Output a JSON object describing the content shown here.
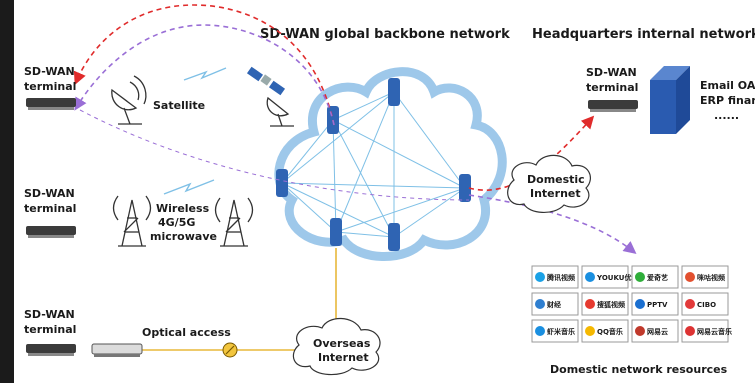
{
  "headers": {
    "backbone": "SD-WAN global backbone network",
    "hq": "Headquarters internal network",
    "domestic_resources": "Domestic network resources"
  },
  "terminals": {
    "label_line1": "SD-WAN",
    "label_line2": "terminal"
  },
  "access": {
    "satellite": "Satellite",
    "wireless_line1": "Wireless",
    "wireless_line2": "4G/5G",
    "wireless_line3": "microwave",
    "optical": "Optical access"
  },
  "clouds": {
    "domestic_line1": "Domestic",
    "domestic_line2": "Internet",
    "overseas_line1": "Overseas",
    "overseas_line2": "Internet"
  },
  "hq_services": {
    "line1": "Email OA",
    "line2": "ERP finance",
    "line3": "......"
  },
  "resource_logos": [
    {
      "label": "腾讯视频",
      "color": "#1aa1e6"
    },
    {
      "label": "YOUKU优酷",
      "color": "#1a8fe0"
    },
    {
      "label": "爱奇艺",
      "color": "#2fae3a"
    },
    {
      "label": "咪咕视频",
      "color": "#e2502f"
    },
    {
      "label": "财经",
      "color": "#2f7fd0"
    },
    {
      "label": "搜狐视频",
      "color": "#e63a2f"
    },
    {
      "label": "PPTV",
      "color": "#1a6fd0"
    },
    {
      "label": "CIBO",
      "color": "#e23a3a"
    },
    {
      "label": "虾米音乐",
      "color": "#1a8fe0"
    },
    {
      "label": "QQ音乐",
      "color": "#f5b800"
    },
    {
      "label": "网易云",
      "color": "#c0392b"
    },
    {
      "label": "网易云音乐",
      "color": "#d33"
    }
  ],
  "colors": {
    "cloud_outline": "#9ec8ea",
    "mesh": "#7fc0e6",
    "router": "#2f64b3",
    "red_path": "#e02b2b",
    "purple_path": "#9a6fd6",
    "optical_line": "#e8b83a",
    "hq_server": "#2a5bb0"
  }
}
